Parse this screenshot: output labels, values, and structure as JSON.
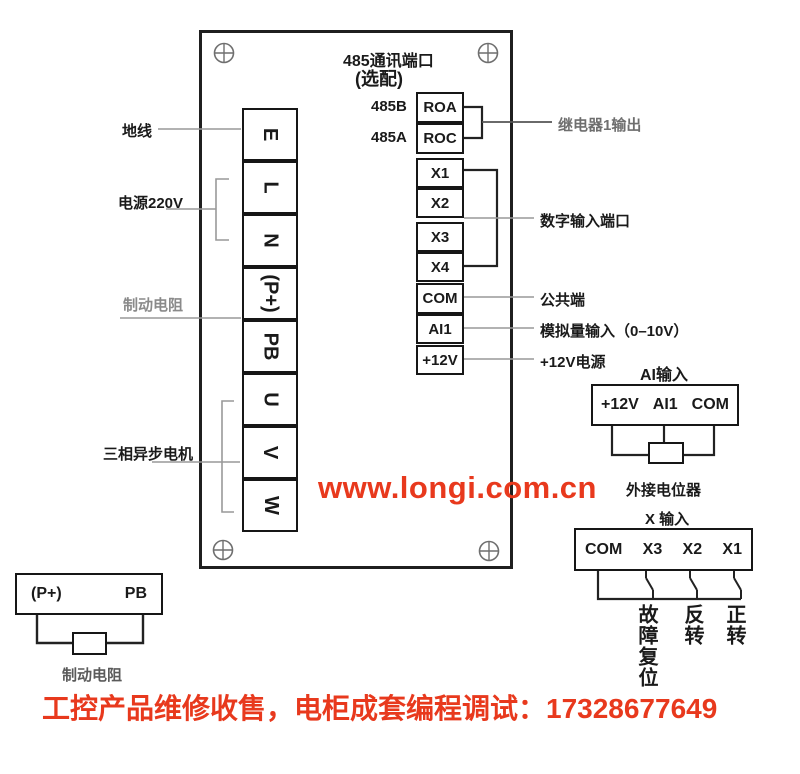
{
  "panel": {
    "comm_title": "485通讯端口",
    "comm_subtitle": "(选配)",
    "comm_pin_b": "485B",
    "comm_pin_a": "485A"
  },
  "left_block": {
    "terminals": [
      "E",
      "L",
      "N",
      "(P+)",
      "PB",
      "U",
      "V",
      "W"
    ]
  },
  "right_block": {
    "terminals": [
      "ROA",
      "ROC",
      "X1",
      "X2",
      "X3",
      "X4",
      "COM",
      "AI1",
      "+12V"
    ]
  },
  "left_labels": {
    "ground": "地线",
    "power": "电源220V",
    "brake": "制动电阻",
    "motor": "三相异步电机"
  },
  "right_labels": {
    "relay": "继电器1输出",
    "digital": "数字输入端口",
    "common": "公共端",
    "analog": "模拟量输入（0–10V）",
    "power12": "+12V电源"
  },
  "ai_section": {
    "title": "AI输入",
    "terminals": [
      "+12V",
      "AI1",
      "COM"
    ],
    "pot_label": "外接电位器"
  },
  "x_section": {
    "title": "X 输入",
    "terminals": [
      "COM",
      "X3",
      "X2",
      "X1"
    ],
    "switch_labels": [
      "故障复位",
      "反转",
      "正转"
    ]
  },
  "brake_section": {
    "p_plus": "(P+)",
    "pb": "PB",
    "label": "制动电阻"
  },
  "watermark": "www.longi.com.cn",
  "footer": "工控产品维修收售，电柜成套编程调试：17328677649",
  "colors": {
    "accent_red": "#e8391d",
    "line_gray": "#999999",
    "bracket_black": "#222222",
    "ink": "#1a1a1a"
  }
}
